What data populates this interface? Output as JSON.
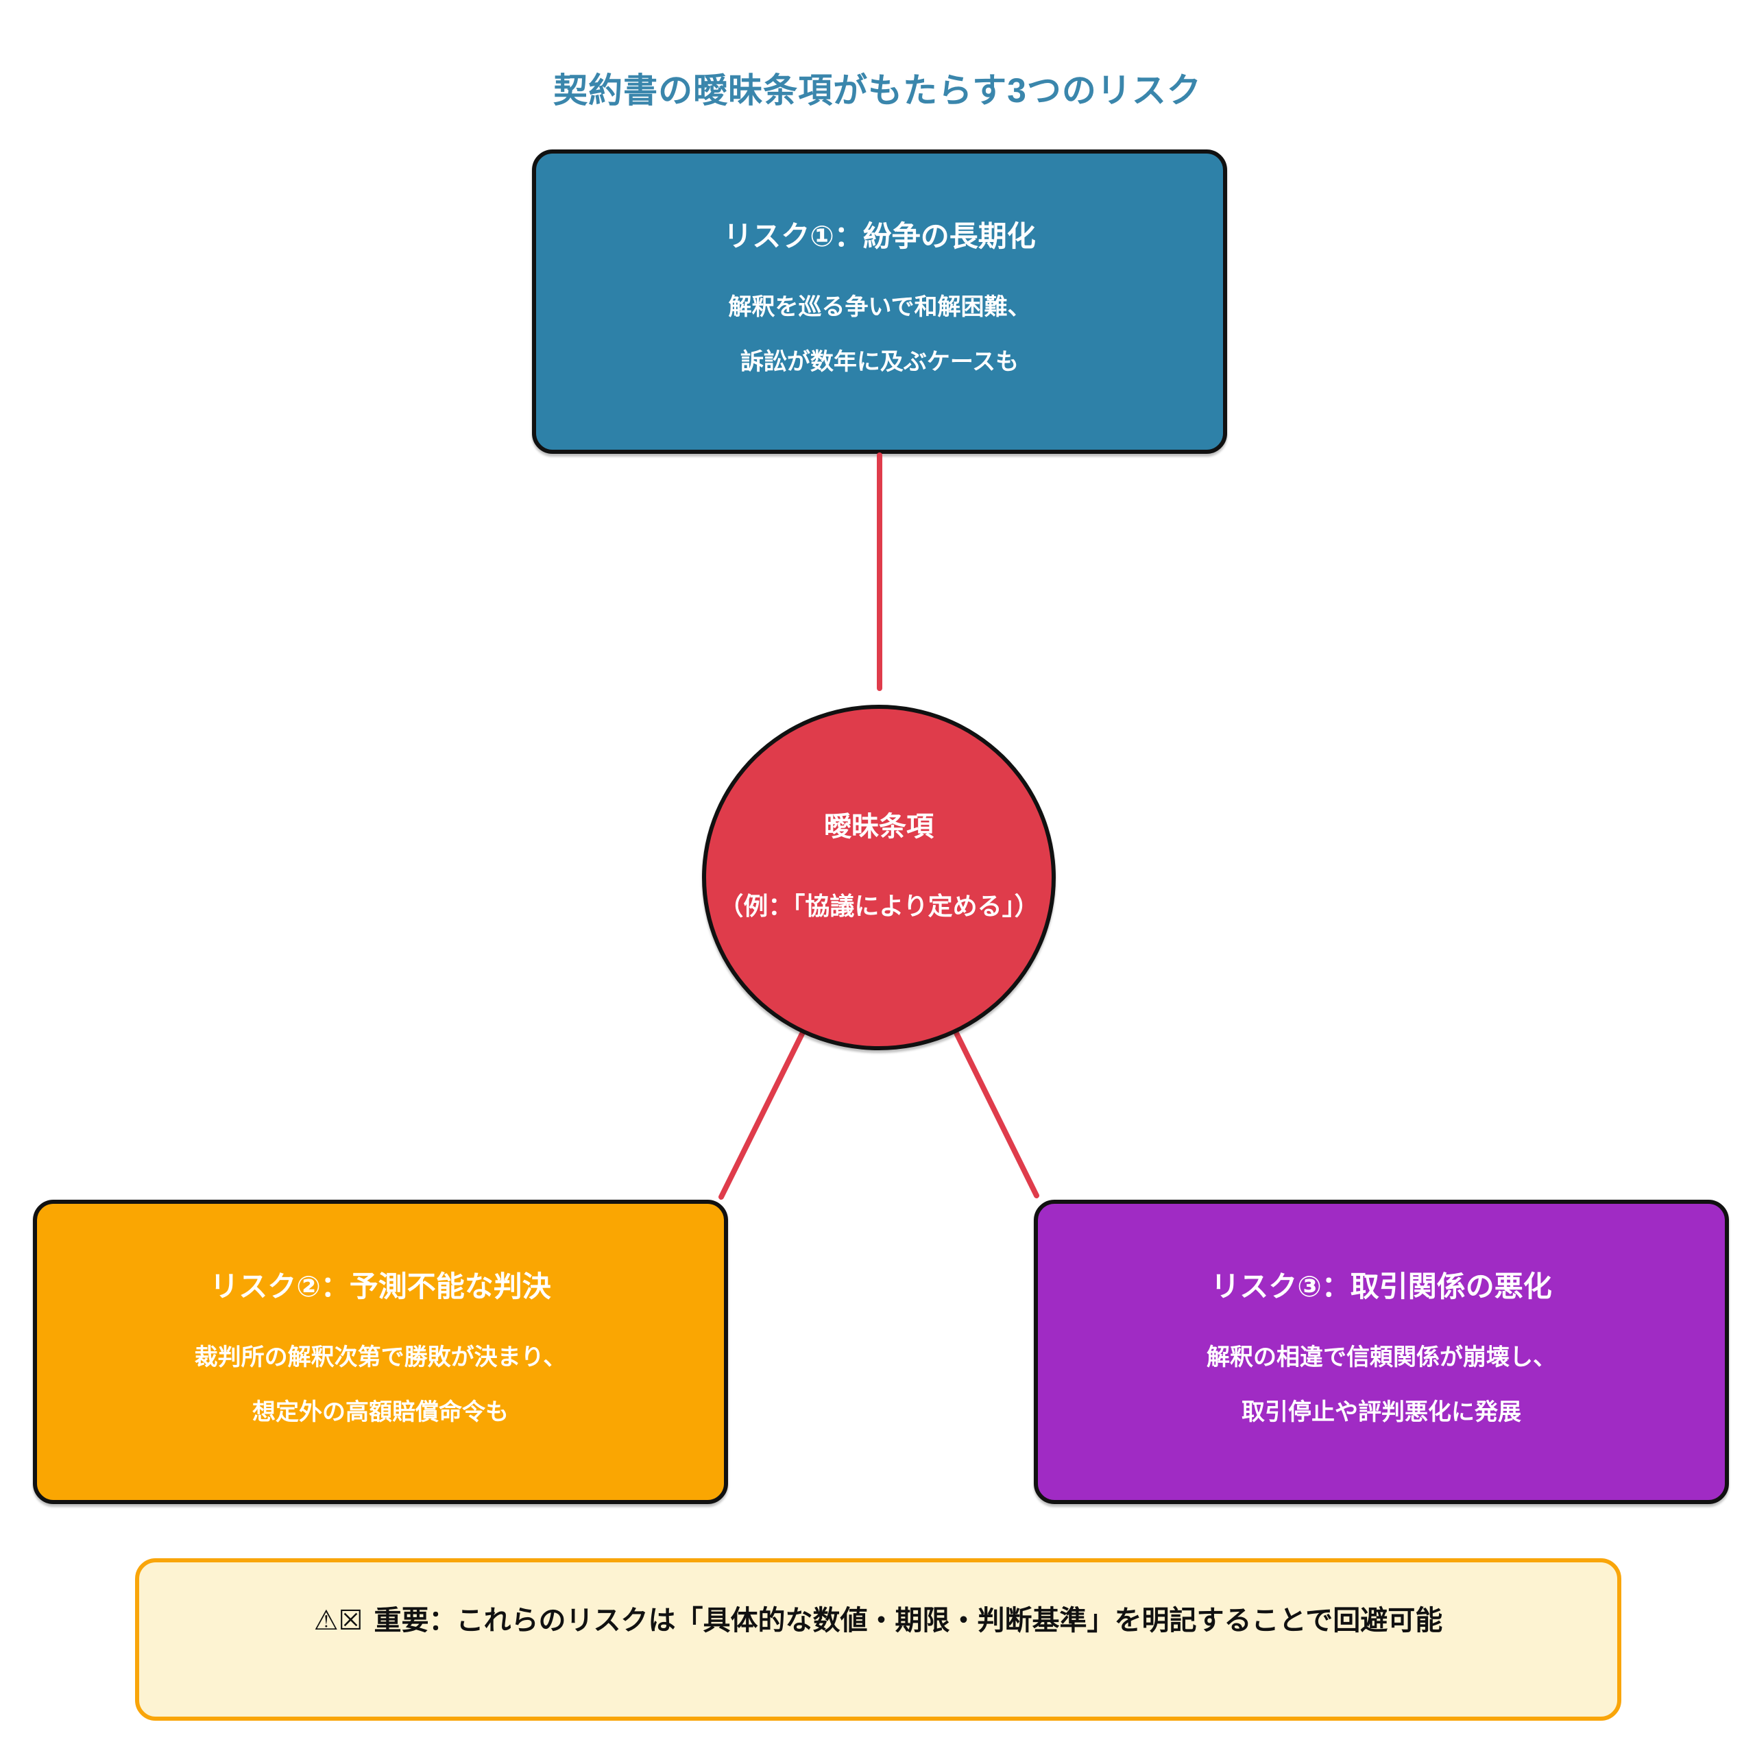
{
  "page": {
    "title": "契約書の曖昧条項がもたらす3つのリスク"
  },
  "center_node": {
    "title": "曖昧条項",
    "subtitle": "（例：「協議により定める」）",
    "fill_color": "#df3c4b"
  },
  "risk_nodes": [
    {
      "title": "リスク①：紛争の長期化",
      "line1": "解釈を巡る争いで和解困難、",
      "line2": "訴訟が数年に及ぶケースも",
      "fill_color": "#2e81a8"
    },
    {
      "title": "リスク②：予測不能な判決",
      "line1": "裁判所の解釈次第で勝敗が決まり、",
      "line2": "想定外の高額賠償命令も",
      "fill_color": "#faa602"
    },
    {
      "title": "リスク③：取引関係の悪化",
      "line1": "解釈の相違で信頼関係が崩壊し、",
      "line2": "取引停止や評判悪化に発展",
      "fill_color": "#a02bc4"
    }
  ],
  "banner": {
    "icon": "⚠☒",
    "text": "重要：これらのリスクは「具体的な数値・期限・判断基準」を明記することで回避可能",
    "background": "#fdf3d2",
    "border_color": "#f9a50a"
  },
  "colors": {
    "page_title_text": "#3a86ac",
    "connector_line": "#df3c4b",
    "node_border": "#111111",
    "node_text": "#ffffff",
    "banner_text": "#111111"
  }
}
